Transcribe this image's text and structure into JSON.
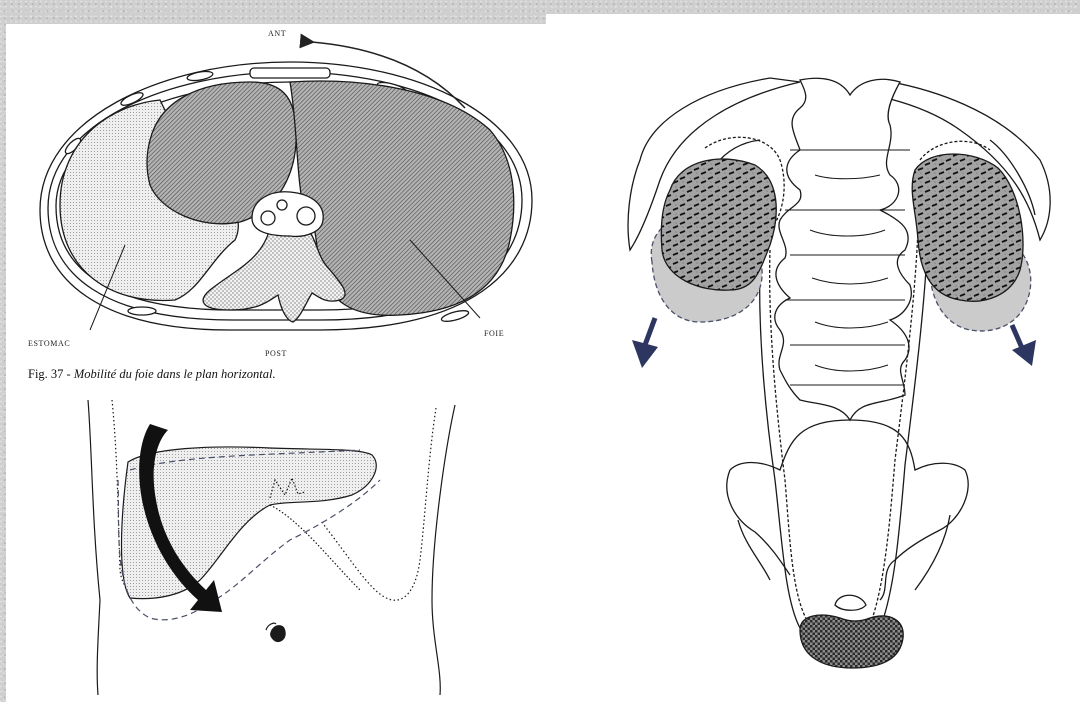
{
  "labels": {
    "ant": "ANT",
    "post": "POST",
    "estomac": "ESTOMAC",
    "foie": "FOIE"
  },
  "caption": {
    "fig_number": "Fig. 37 -",
    "text": "Mobilité du foie dans le plan horizontal."
  },
  "colors": {
    "background": "#cfcfcf",
    "sheet": "#ffffff",
    "line": "#1a1a1a",
    "organ_fill": "#9a9a9a",
    "stomach_fill": "#e2e2e2",
    "kidney_shadow": "#c8c8c8",
    "arrow_blue": "#2c3660"
  }
}
